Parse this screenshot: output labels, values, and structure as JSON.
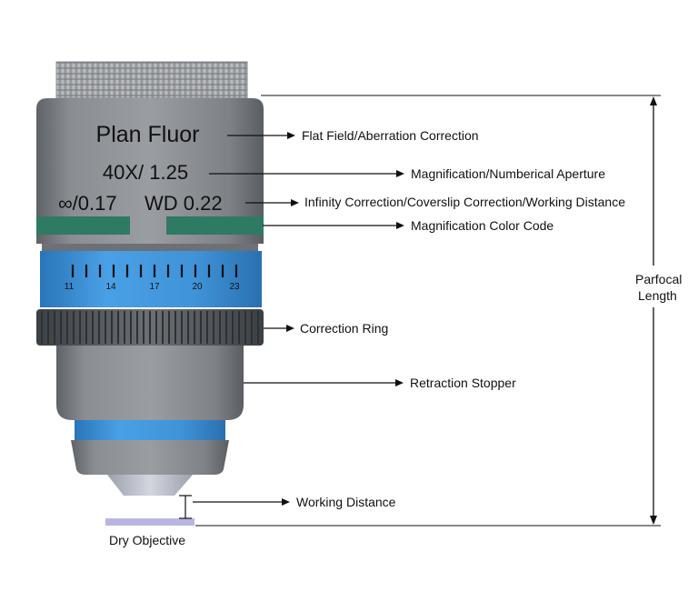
{
  "objective": {
    "name": "Plan Fluor",
    "magnification_na": "40X/ 1.25",
    "infinity_coverslip": "∞/0.17",
    "working_distance_spec": "WD 0.22",
    "correction_scale": [
      "11",
      "14",
      "17",
      "20",
      "23"
    ]
  },
  "callouts": {
    "flat_field": "Flat Field/Aberration Correction",
    "magnification_na": "Magnification/Numberical Aperture",
    "infinity_coverslip_wd": "Infinity Correction/Coverslip Correction/Working Distance",
    "color_code": "Magnification Color Code",
    "correction_ring": "Correction Ring",
    "retraction_stopper": "Retraction Stopper",
    "working_distance": "Working Distance",
    "parfocal_line1": "Parfocal",
    "parfocal_line2": "Length"
  },
  "specimen_label": "Dry Objective",
  "colors": {
    "barrel_gray": "#7b7e82",
    "collar_blue": "#3a8fd6",
    "color_code_green": "#2f7a62",
    "knurl_dark": "#55585c",
    "specimen": "#b8b6e0"
  }
}
